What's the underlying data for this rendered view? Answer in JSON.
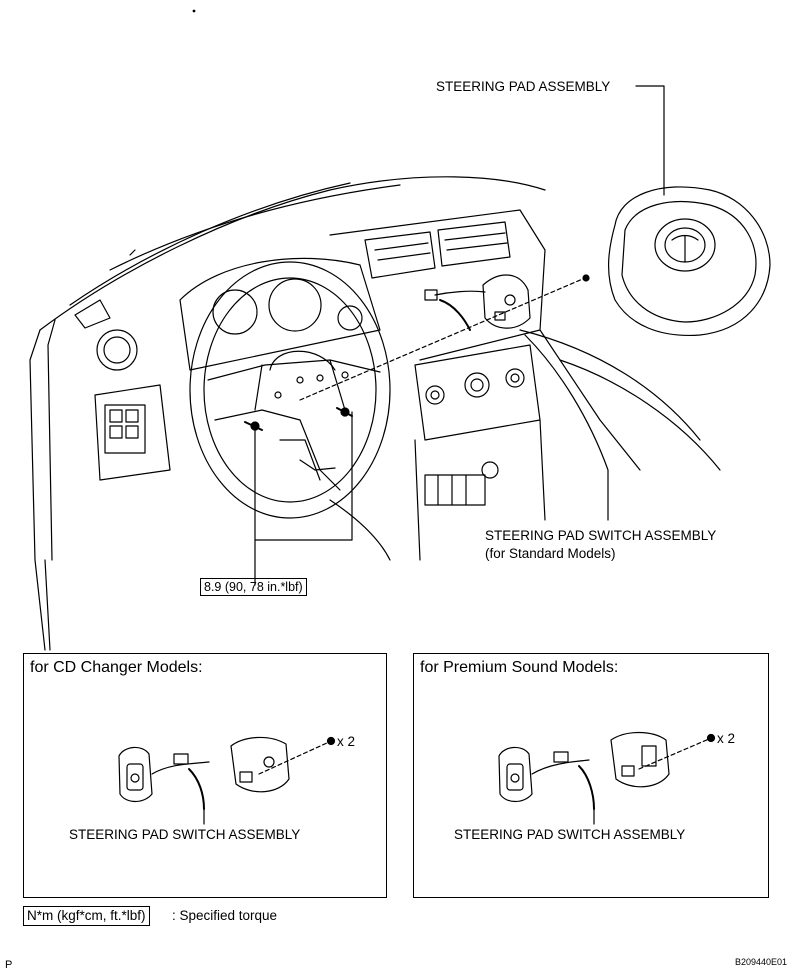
{
  "labels": {
    "steering_pad_assembly": "STEERING PAD ASSEMBLY",
    "steering_pad_switch_assembly": "STEERING PAD SWITCH ASSEMBLY",
    "standard_models": "(for Standard Models)",
    "torque_value": "8.9 (90, 78 in.*lbf)"
  },
  "panels": {
    "cd_changer": {
      "title": "for CD Changer Models:",
      "part_label": "STEERING PAD SWITCH ASSEMBLY",
      "qty": "x 2"
    },
    "premium_sound": {
      "title": "for Premium Sound Models:",
      "part_label": "STEERING PAD SWITCH ASSEMBLY",
      "qty": "x 2"
    }
  },
  "legend": {
    "unit": "N*m (kgf*cm, ft.*lbf)",
    "description": ": Specified torque"
  },
  "footer": {
    "left": "P",
    "figure_code": "B209440E01"
  }
}
